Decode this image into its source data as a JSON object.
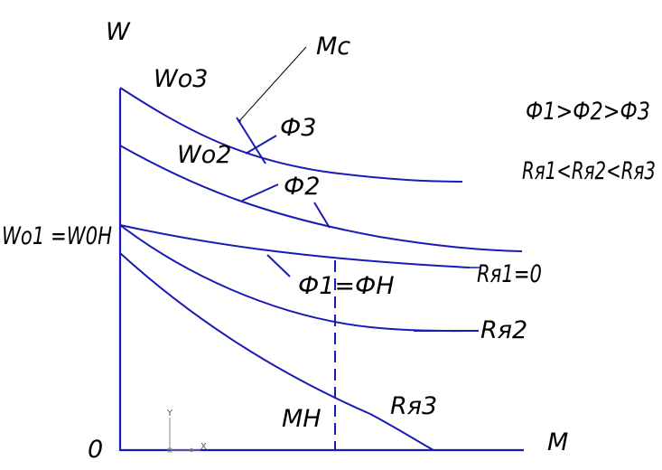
{
  "diagram": {
    "axis_y_label": "W",
    "axis_x_label": "M",
    "origin_label": "0",
    "labels": {
      "w03": "Wo3",
      "w02": "Wo2",
      "w01": "Wo1 =W0H",
      "mc": "Mc",
      "phi3": "Ф3",
      "phi2": "Ф2",
      "phi1": "Ф1=ФН",
      "ra1": "Rя1=0",
      "ra2": "Rя2",
      "ra3": "Rя3",
      "mn": "МН"
    },
    "relations": {
      "phi_order": "Ф1>Ф2>Ф3",
      "r_order": "Rя1<Rя2<Rя3"
    },
    "ucs_icon": {
      "y": "Y",
      "x": "X"
    },
    "colors": {
      "curve": "#1a1ab4",
      "axis": "#1a1ab4",
      "leader": "#000000",
      "text": "#000000"
    }
  }
}
